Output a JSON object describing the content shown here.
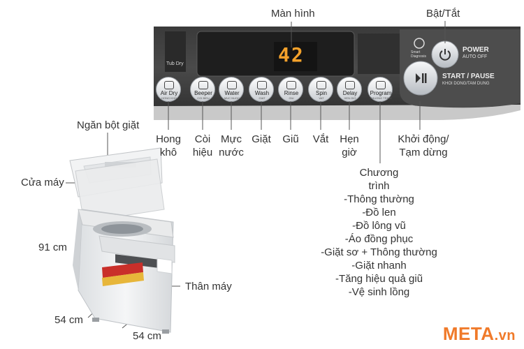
{
  "panel": {
    "buttons": [
      {
        "label": "Air Dry",
        "sub": "HONG KHO",
        "icon": "air-dry-icon"
      },
      {
        "label": "Beeper",
        "sub": "COI BIEU",
        "icon": "speaker-icon"
      },
      {
        "label": "Water",
        "sub": "MUC NUOC",
        "icon": "water-icon"
      },
      {
        "label": "Wash",
        "sub": "GIAT",
        "icon": "wash-icon"
      },
      {
        "label": "Rinse",
        "sub": "GIU",
        "icon": "rinse-icon"
      },
      {
        "label": "Spin",
        "sub": "VAT",
        "icon": "spin-icon"
      },
      {
        "label": "Delay",
        "sub": "HEN GIO",
        "icon": "clock-icon"
      },
      {
        "label": "Program",
        "sub": "CHUONG TRINH",
        "icon": "program-icon"
      }
    ],
    "display": "42",
    "power": "POWER",
    "power_sub": "AUTO OFF",
    "start_pause": "START / PAUSE",
    "start_pause_sub": "KHOI DONG/TAM DUNG",
    "smart": "Smart Diagnosis",
    "tub_dry": "Tub Dry"
  },
  "labels": {
    "man_hinh": "Màn hình",
    "bat_tat": "Bật/Tắt",
    "hong_kho": "Hong khô",
    "coi_hieu": "Còi hiệu",
    "muc_nuoc": "Mực nước",
    "giat": "Giặt",
    "giu": "Giũ",
    "vat": "Vắt",
    "hen_gio": "Hẹn giờ",
    "khoi_dong": "Khởi động/ Tạm dừng",
    "ngan_bot_giat": "Ngăn bột giặt",
    "cua_may": "Cửa máy",
    "than_may": "Thân máy",
    "height": "91 cm",
    "depth": "54 cm",
    "width": "54 cm"
  },
  "program_list": {
    "title": "Chương trình",
    "items": [
      "-Thông thường",
      "-Đồ len",
      "-Đồ lông vũ",
      "-Áo đồng phục",
      "-Giặt sơ + Thông thường",
      "-Giặt nhanh",
      "-Tăng hiệu quả giũ",
      "-Vệ sinh lồng"
    ]
  },
  "watermark": {
    "brand": "META",
    "tld": ".vn"
  }
}
